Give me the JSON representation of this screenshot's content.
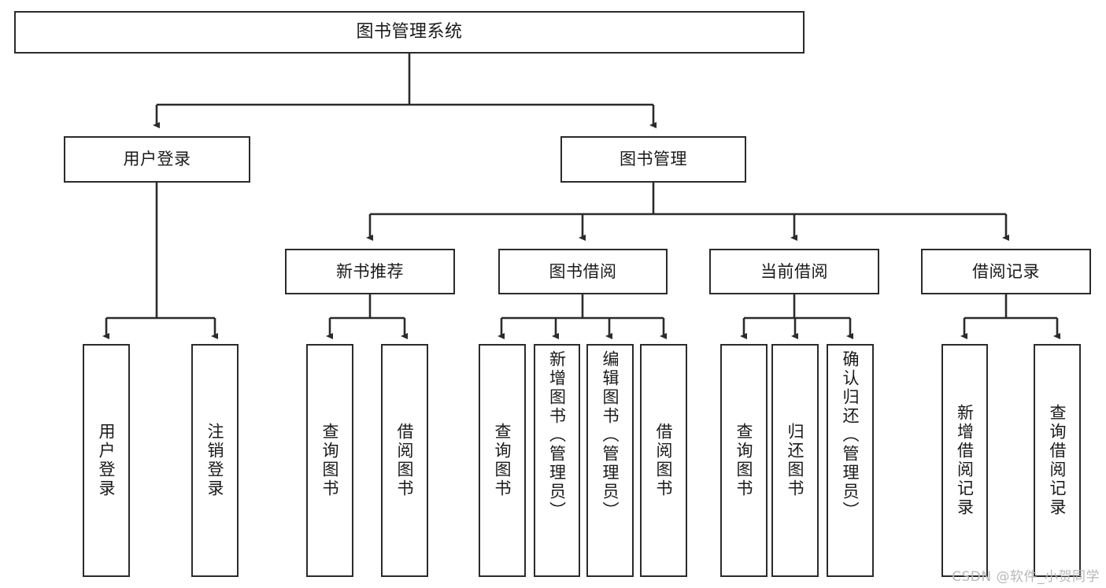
{
  "diagram": {
    "title": "图书管理系统",
    "type": "tree",
    "levels": 4,
    "root": {
      "id": "root",
      "label": "图书管理系统",
      "orientation": "horizontal"
    },
    "level2": [
      {
        "id": "user-login",
        "label": "用户登录",
        "orientation": "horizontal"
      },
      {
        "id": "book-management",
        "label": "图书管理",
        "orientation": "horizontal"
      }
    ],
    "level3": [
      {
        "id": "new-book-recommend",
        "label": "新书推荐",
        "orientation": "horizontal",
        "parent": "book-management"
      },
      {
        "id": "book-borrow",
        "label": "图书借阅",
        "orientation": "horizontal",
        "parent": "book-management"
      },
      {
        "id": "current-borrow",
        "label": "当前借阅",
        "orientation": "horizontal",
        "parent": "book-management"
      },
      {
        "id": "borrow-record",
        "label": "借阅记录",
        "orientation": "horizontal",
        "parent": "book-management"
      }
    ],
    "leaves": [
      {
        "id": "leaf-user-login",
        "label": "用户登录",
        "orientation": "vertical",
        "parent": "user-login"
      },
      {
        "id": "leaf-user-logout",
        "label": "注销登录",
        "orientation": "vertical",
        "parent": "user-login"
      },
      {
        "id": "leaf-query-book-1",
        "label": "查询图书",
        "orientation": "vertical",
        "parent": "new-book-recommend"
      },
      {
        "id": "leaf-borrow-book-1",
        "label": "借阅图书",
        "orientation": "vertical",
        "parent": "new-book-recommend"
      },
      {
        "id": "leaf-query-book-2",
        "label": "查询图书",
        "orientation": "vertical",
        "parent": "book-borrow"
      },
      {
        "id": "leaf-add-book",
        "label": "新增图书（管理员）",
        "orientation": "vertical",
        "parent": "book-borrow"
      },
      {
        "id": "leaf-edit-book",
        "label": "编辑图书（管理员）",
        "orientation": "vertical",
        "parent": "book-borrow"
      },
      {
        "id": "leaf-borrow-book-2",
        "label": "借阅图书",
        "orientation": "vertical",
        "parent": "book-borrow"
      },
      {
        "id": "leaf-query-book-3",
        "label": "查询图书",
        "orientation": "vertical",
        "parent": "current-borrow"
      },
      {
        "id": "leaf-return-book",
        "label": "归还图书",
        "orientation": "vertical",
        "parent": "current-borrow"
      },
      {
        "id": "leaf-confirm-return",
        "label": "确认归还（管理员）",
        "orientation": "vertical",
        "parent": "current-borrow"
      },
      {
        "id": "leaf-add-record",
        "label": "新增借阅记录",
        "orientation": "vertical",
        "parent": "borrow-record"
      },
      {
        "id": "leaf-query-record",
        "label": "查询借阅记录",
        "orientation": "vertical",
        "parent": "borrow-record"
      }
    ]
  },
  "colors": {
    "stroke": "#2b2b2b",
    "fill": "#ffffff",
    "text": "#1a1a1a",
    "watermark": "#b8b8b8"
  },
  "watermark": {
    "text": "CSDN @软件_小贺同学"
  }
}
